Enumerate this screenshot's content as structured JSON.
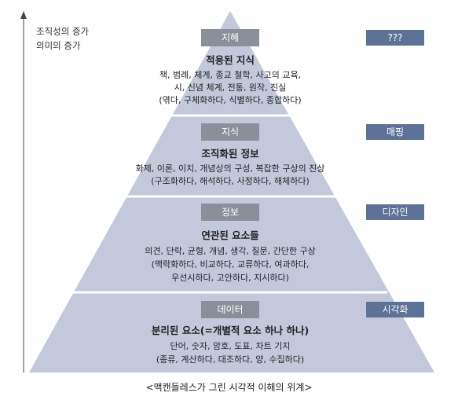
{
  "axis": {
    "line1": "조직성의 증가",
    "line2": "의미의 증가"
  },
  "tiers": [
    {
      "label": "지혜",
      "title": "적용된 지식",
      "lines": [
        "책, 범례, 체계, 종교 철학, 사고의 교육,",
        "시, 신념 체계, 전통, 원작, 진실",
        "(엮다, 구체화하다, 식별하다, 종합하다)"
      ],
      "tag": "???"
    },
    {
      "label": "지식",
      "title": "조직화된 정보",
      "lines": [
        "화제, 이론, 이치, 개념상의 구성, 복잡한 구상의 진상",
        "(구조화하다, 해석하다, 사정하다, 해체하다)"
      ],
      "tag": "매핑"
    },
    {
      "label": "정보",
      "title": "연관된 요소들",
      "lines": [
        "의견, 단락, 균형, 개념, 생각, 질문, 간단한 구상",
        "(맥락화하다, 비교하다, 교류하다, 여과하다,",
        "우선시하다, 고안하다, 지시하다)"
      ],
      "tag": "디자인"
    },
    {
      "label": "데이터",
      "title": "분리된 요소(=개별적 요소 하나 하나)",
      "lines": [
        "단어, 숫자, 암호, 도표, 차트 기지",
        "(종류, 계산하다, 대조하다, 양, 수집하다)"
      ],
      "tag": "시각화"
    }
  ],
  "caption": "<맥캔들레스가 그린 시각적 이해의 위계>",
  "colors": {
    "pyramid_fill": "#c3c9da",
    "label_box": "#8a8f9a",
    "side_tag": "#5c7296",
    "band_separator": "#ffffff"
  }
}
